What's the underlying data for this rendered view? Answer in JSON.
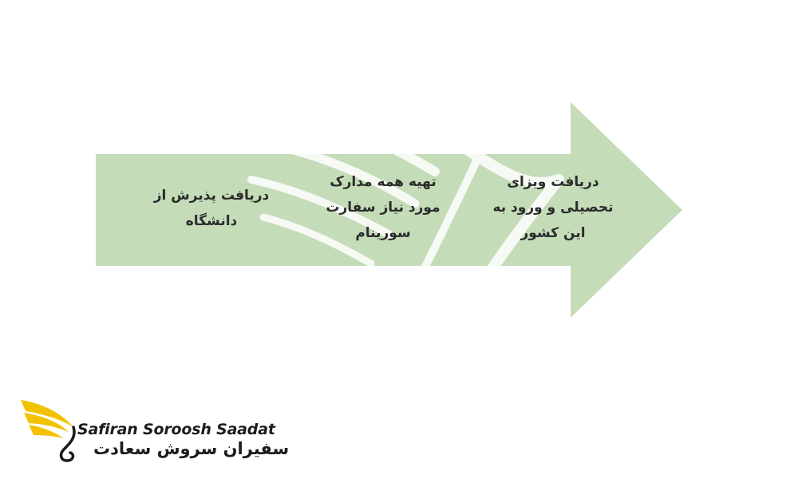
{
  "diagram": {
    "arrow_color": "#c4dcb8",
    "watermark_color": "#ffffff",
    "steps": [
      {
        "lines": [
          "دریافت پذیرش از",
          "دانشگاه"
        ]
      },
      {
        "lines": [
          "تهیه همه مدارک",
          "مورد نیاز سفارت",
          "سورینام"
        ]
      },
      {
        "lines": [
          "دریافت ویزای",
          "تحصیلی و ورود به",
          "این کشور"
        ]
      }
    ]
  },
  "logo": {
    "latin_name": "Safiran Soroosh Saadat",
    "persian_name": "سفیران سروش سعادت",
    "accent_color": "#f2c200",
    "text_color": "#1c1c1c"
  }
}
